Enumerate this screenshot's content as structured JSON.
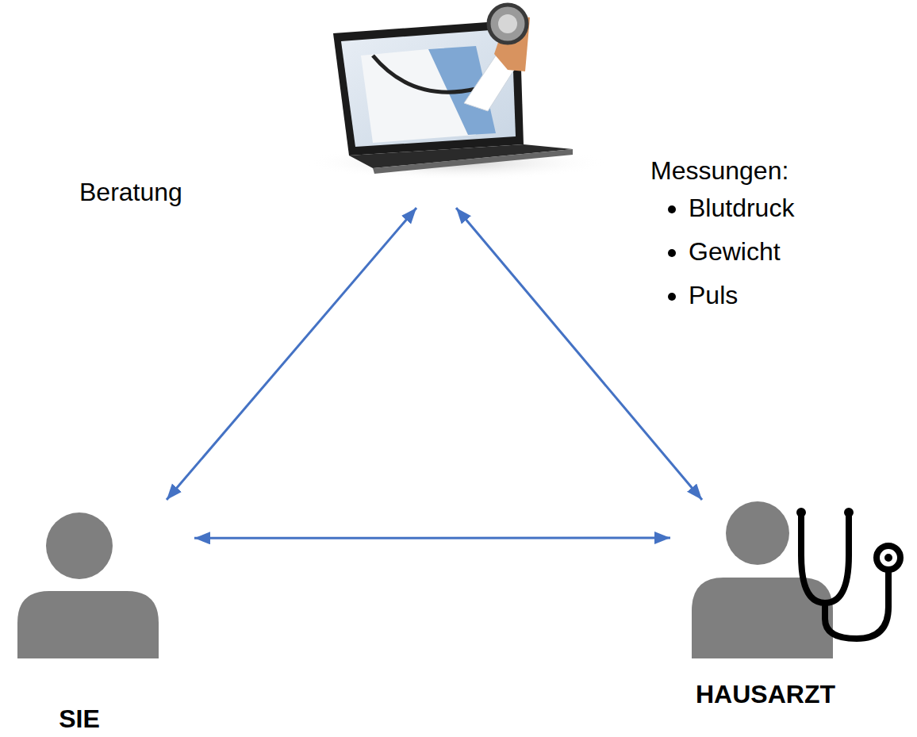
{
  "diagram": {
    "nodes": [
      {
        "text": []
      },
      {
        "text": [
          "SIE"
        ]
      },
      {
        "text": [
          "HAUSARZT"
        ]
      }
    ],
    "edges": [
      {
        "from": 1,
        "to": 0,
        "arrow": "both",
        "label": "Beratung"
      },
      {
        "from": 2,
        "to": 0,
        "arrow": "both"
      },
      {
        "from": 1,
        "to": 2,
        "arrow": "both"
      }
    ],
    "labels": [
      "Messungen:",
      "Blutdruck",
      "Gewicht",
      "Puls"
    ]
  }
}
